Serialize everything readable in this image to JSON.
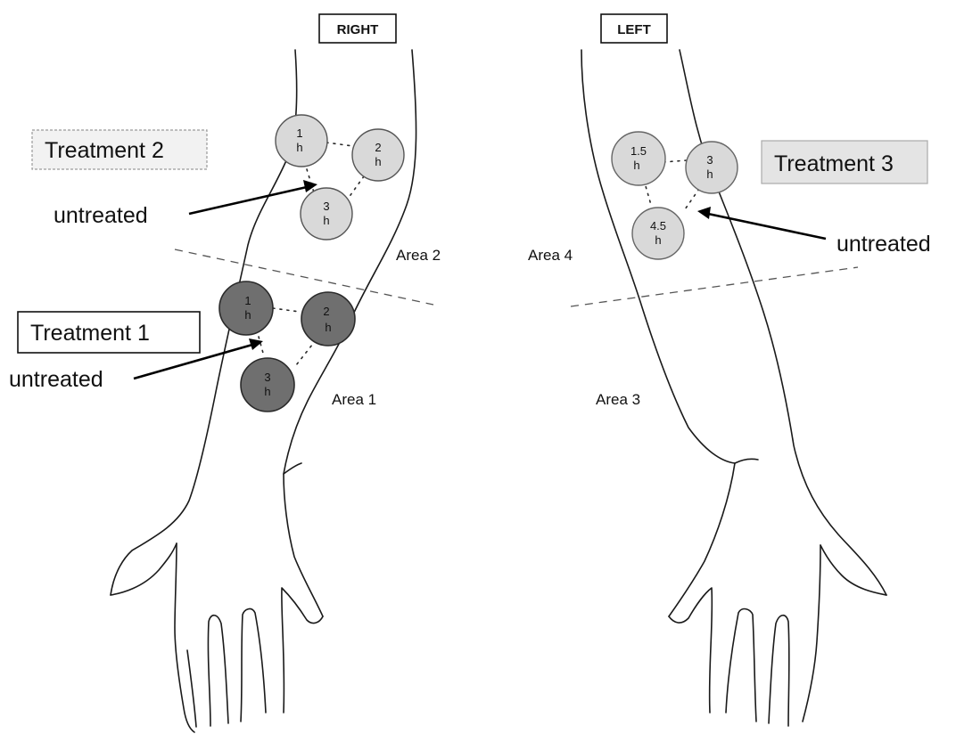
{
  "sides": {
    "right": "RIGHT",
    "left": "LEFT"
  },
  "treatments": {
    "t1": "Treatment 1",
    "t2": "Treatment 2",
    "t3": "Treatment 3"
  },
  "untreated_label": "untreated",
  "areas": {
    "a1": "Area 1",
    "a2": "Area 2",
    "a3": "Area 3",
    "a4": "Area 4"
  },
  "sites": {
    "t2": [
      {
        "num": "1",
        "unit": "h"
      },
      {
        "num": "2",
        "unit": "h"
      },
      {
        "num": "3",
        "unit": "h"
      }
    ],
    "t1": [
      {
        "num": "1",
        "unit": "h"
      },
      {
        "num": "2",
        "unit": "h"
      },
      {
        "num": "3",
        "unit": "h"
      }
    ],
    "t3": [
      {
        "num": "1.5",
        "unit": "h"
      },
      {
        "num": "3",
        "unit": "h"
      },
      {
        "num": "4.5",
        "unit": "h"
      }
    ]
  },
  "colors": {
    "light_site_fill": "#d9d9d9",
    "dark_site_fill": "#6f6f6f",
    "label_box_fill_grey": "#e4e4e4",
    "outline": "#1a1a1a"
  }
}
